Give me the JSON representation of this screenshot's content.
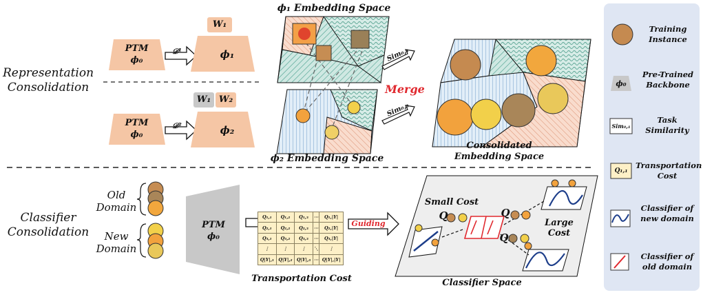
{
  "sections": {
    "representation": "Representation Consolidation",
    "classifier": "Classifier Consolidation"
  },
  "ptm": {
    "name": "PTM",
    "phi0": "ϕ₀"
  },
  "rep": {
    "w1": "W₁",
    "w2": "W₂",
    "d1": "𝒟¹",
    "d2": "𝒟²",
    "phi1": "ϕ₁",
    "phi2": "ϕ₂",
    "phi1_space": "ϕ₁ Embedding Space",
    "phi2_space": "ϕ₂ Embedding Space",
    "sim01": "Sim₀,₁",
    "sim02": "Sim₀,₂",
    "merge": "Merge",
    "consolidated": "Consolidated Embedding Space"
  },
  "cls": {
    "old_domain": "Old Domain",
    "new_domain": "New Domain",
    "transport_cost": "Transportation Cost",
    "guiding": "Guiding",
    "classifier_space": "Classifier Space",
    "small_cost": "Small Cost",
    "large_cost": "Large Cost",
    "q": "Q",
    "matrix": [
      [
        "Q₁,₁",
        "Q₁,₂",
        "Q₁,₃",
        "⋯",
        "Q₁,|Y|"
      ],
      [
        "Q₂,₁",
        "Q₂,₂",
        "Q₂,₃",
        "⋯",
        "Q₂,|Y|"
      ],
      [
        "Q₃,₁",
        "Q₃,₂",
        "Q₃,₃",
        "⋯",
        "Q₃,|Y|"
      ],
      [
        "⋮",
        "⋮",
        "⋮",
        "⋱",
        "⋮"
      ],
      [
        "Q|Y|,₁",
        "Q|Y|,₂",
        "Q|Y|,₃",
        "⋯",
        "Q|Y|,|Y|"
      ]
    ]
  },
  "legend": {
    "training": "Training Instance",
    "backbone": "Pre-Trained Backbone",
    "backbone_sym": "ϕ₀",
    "task_sim": "Task Similarity",
    "task_sim_sym": "Sim₀,₁",
    "transport": "Transportation Cost",
    "transport_sym": "Q₁,₁",
    "cls_new": "Classifier of new domain",
    "cls_old": "Classifier of old domain"
  },
  "colors": {
    "ptm_fill": "#f5c6a5",
    "ptm_gray": "#c8c8c8",
    "teal": "#9ccfc4",
    "blue": "#a9cbe6",
    "salmon": "#f2b9a0",
    "legend_bg": "#dfe6f3",
    "red": "#e0282e"
  }
}
